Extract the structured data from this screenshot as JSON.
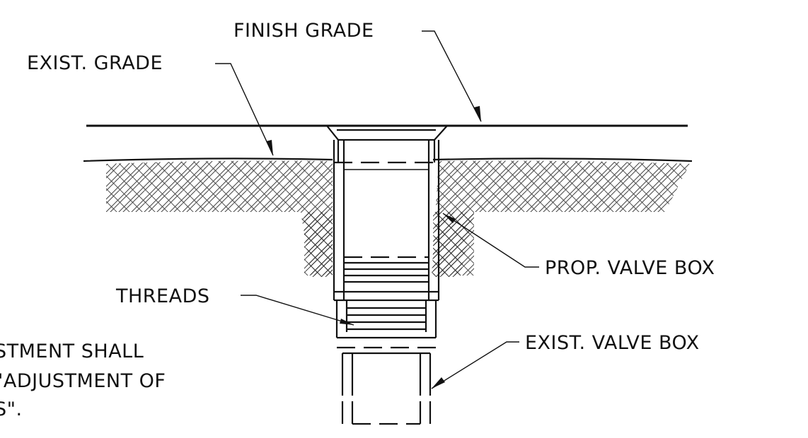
{
  "labels": {
    "finish_grade": "FINISH GRADE",
    "exist_grade": "EXIST. GRADE",
    "prop_valve_box": "PROP. VALVE BOX",
    "threads": "THREADS",
    "exist_valve_box": "EXIST. VALVE BOX"
  },
  "note": {
    "line1": "STMENT SHALL",
    "line2": "\"ADJUSTMENT OF",
    "line3": "S\"."
  },
  "colors": {
    "line": "#111111",
    "background": "#ffffff"
  }
}
